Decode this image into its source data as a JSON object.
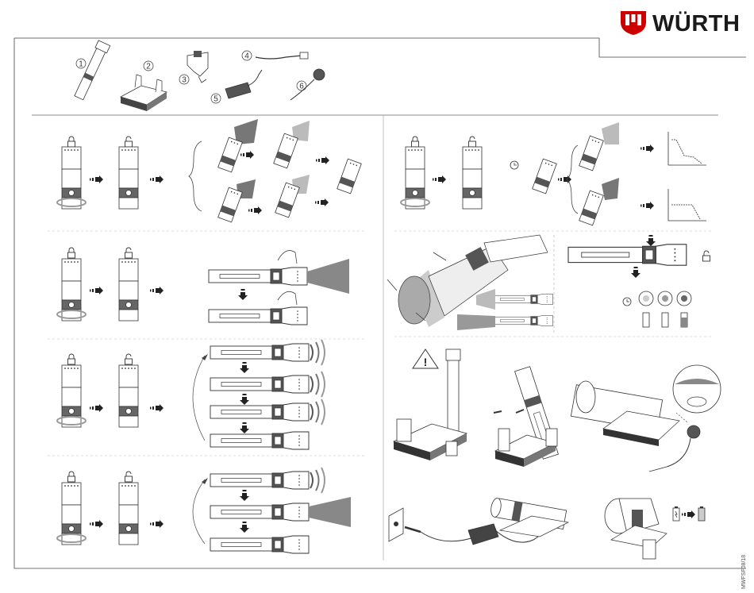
{
  "brand": {
    "name": "WÜRTH",
    "logo_color": "#cc0000"
  },
  "doc_code": "MWFSF08/18",
  "parts": {
    "labels": [
      "1",
      "2",
      "3",
      "4",
      "5",
      "6"
    ]
  },
  "sections": {
    "mode_charts": {
      "chart_type": "line",
      "grid": false
    }
  },
  "colors": {
    "line": "#333333",
    "beam": "#888888",
    "divider": "#bbbbbb"
  },
  "icons": [
    "lock-closed-icon",
    "lock-open-icon",
    "clock-icon",
    "warning-icon",
    "battery-charging-icon",
    "battery-full-icon",
    "arrow-icon"
  ]
}
